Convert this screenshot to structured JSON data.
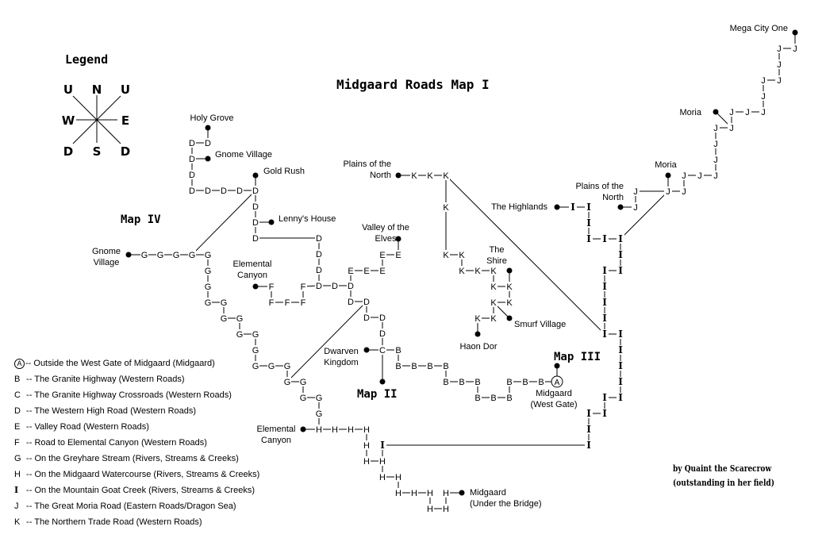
{
  "title": "Midgaard Roads Map I",
  "compass": {
    "heading": "Legend",
    "n": "N",
    "s": "S",
    "e": "E",
    "w": "W",
    "up_left": "U",
    "up_right": "U",
    "down_left": "D",
    "down_right": "D"
  },
  "map_labels": {
    "map2": "Map II",
    "map3": "Map III",
    "map4": "Map IV"
  },
  "places": [
    {
      "id": "holy-grove",
      "lines": [
        "Holy Grove"
      ]
    },
    {
      "id": "gnome-village-north",
      "lines": [
        "Gnome Village"
      ]
    },
    {
      "id": "gold-rush",
      "lines": [
        "Gold Rush"
      ]
    },
    {
      "id": "lennys-house",
      "lines": [
        "Lenny's House"
      ]
    },
    {
      "id": "gnome-village-west",
      "lines": [
        "Gnome",
        "Village"
      ]
    },
    {
      "id": "elemental-canyon-f",
      "lines": [
        "Elemental",
        "Canyon"
      ]
    },
    {
      "id": "elemental-canyon-h",
      "lines": [
        "Elemental",
        "Canyon"
      ]
    },
    {
      "id": "valley-of-the-elves",
      "lines": [
        "Valley of the",
        "Elves"
      ]
    },
    {
      "id": "plains-of-the-north-k",
      "lines": [
        "Plains of the",
        "North"
      ]
    },
    {
      "id": "plains-of-the-north-j",
      "lines": [
        "Plains of the",
        "North"
      ]
    },
    {
      "id": "the-highlands",
      "lines": [
        "The Highlands"
      ]
    },
    {
      "id": "the-shire",
      "lines": [
        "The",
        "Shire"
      ]
    },
    {
      "id": "smurf-village",
      "lines": [
        "Smurf Village"
      ]
    },
    {
      "id": "haon-dor",
      "lines": [
        "Haon Dor"
      ]
    },
    {
      "id": "dwarven-kingdom",
      "lines": [
        "Dwarven",
        "Kingdom"
      ]
    },
    {
      "id": "midgaard-west-gate",
      "lines": [
        "Midgaard",
        "(West Gate)"
      ]
    },
    {
      "id": "midgaard-under-bridge",
      "lines": [
        "Midgaard",
        "(Under the Bridge)"
      ]
    },
    {
      "id": "moria-low",
      "lines": [
        "Moria"
      ]
    },
    {
      "id": "moria-mid",
      "lines": [
        "Moria"
      ]
    },
    {
      "id": "mega-city-one",
      "lines": [
        "Mega City One"
      ]
    }
  ],
  "legend": [
    {
      "key": "A",
      "style": "circled",
      "text": "-- Outside the West Gate of Midgaard (Midgaard)"
    },
    {
      "key": "B",
      "style": "plain",
      "text": " -- The Granite Highway (Western Roads)"
    },
    {
      "key": "C",
      "style": "plain",
      "text": " -- The Granite Highway Crossroads (Western Roads)"
    },
    {
      "key": "D",
      "style": "plain",
      "text": " -- The Western High Road (Western Roads)"
    },
    {
      "key": "E",
      "style": "plain",
      "text": " -- Valley Road (Western Roads)"
    },
    {
      "key": "F",
      "style": "plain",
      "text": " -- Road to Elemental Canyon (Western Roads)"
    },
    {
      "key": "G",
      "style": "plain",
      "text": " -- On the Greyhare Stream (Rivers, Streams & Creeks)"
    },
    {
      "key": "H",
      "style": "plain",
      "text": " -- On the Midgaard Watercourse (Rivers, Streams & Creeks)"
    },
    {
      "key": "I",
      "style": "bold",
      "text": " -- On the Mountain Goat Creek (Rivers, Streams & Creeks)"
    },
    {
      "key": "J",
      "style": "plain",
      "text": " -- The Great Moria Road (Eastern Roads/Dragon Sea)"
    },
    {
      "key": "K",
      "style": "plain",
      "text": " -- The Northern Trade Road (Western Roads)"
    }
  ],
  "credit": [
    "by Quaint the Scarecrow",
    "(outstanding in her field)"
  ]
}
